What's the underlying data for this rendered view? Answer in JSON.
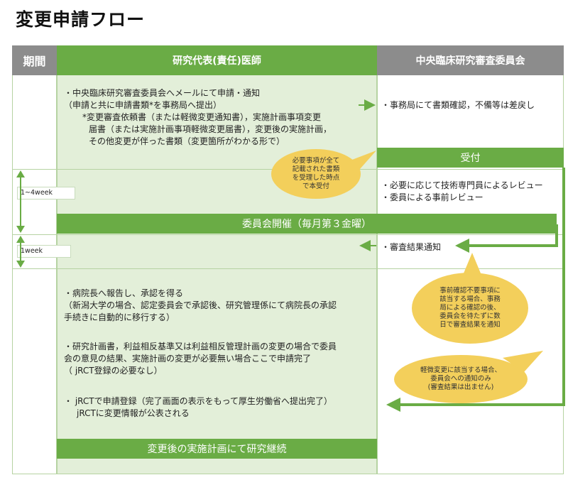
{
  "title": "変更申請フロー",
  "headers": {
    "period": "期間",
    "pi": "研究代表(責任)医師",
    "committee": "中央臨床研究審査委員会"
  },
  "pi_block1": {
    "line1": "・中央臨床研究審査委員会へメールにて申請・通知",
    "line2": "（申請と共に申請書類*を事務局へ提出）",
    "line3": "*変更審査依頼書（または軽微変更通知書），実施計画事項変更",
    "line4": "届書（または実施計画事項軽微変更届書），変更後の実施計画，",
    "line5": "その他変更が伴った書類（変更箇所がわかる形で）"
  },
  "committee_block1": "・事務局にて書類確認，不備等は差戻し",
  "uketsuke": "受付",
  "bubble1": [
    "必要事項が全て",
    "記載された書類",
    "を受理した時点",
    "で本受付"
  ],
  "review": {
    "line1": "・必要に応じて技術専門員によるレビュー",
    "line2": "・委員による事前レビュー"
  },
  "meeting_bar": "委員会開催（毎月第３金曜）",
  "week_labels": {
    "first": "1~4week",
    "second": "1week"
  },
  "result_notice": "・審査結果通知",
  "bubble2": [
    "事前確認不要事項に",
    "該当する場合、事務",
    "局による確認の後、",
    "委員会を待たずに数",
    "日で審査結果を通知"
  ],
  "bubble3": [
    "軽微変更に該当する場合、",
    "委員会への通知のみ",
    "(審査結果は出ません)"
  ],
  "pi_block2": {
    "a1": "・病院長へ報告し、承認を得る",
    "a2": "（新潟大学の場合、認定委員会で承認後、研究管理係にて病院長の承認",
    "a3": "手続きに自動的に移行する）",
    "b1": "・研究計画書，利益相反基準又は利益相反管理計画の変更の場合で委員",
    "b2": "会の意見の結果、実施計画の変更が必要無い場合ここで申請完了",
    "b3": "（ jRCT登録の必要なし）",
    "c1": "・ jRCTで申請登録（完了画面の表示をもって厚生労働省へ提出完了）",
    "c2": "jRCTに変更情報が公表される"
  },
  "final_bar": "変更後の実施計画にて研究継続",
  "colors": {
    "header_green": "#6aac45",
    "header_gray": "#8c8c8c",
    "light_green": "#e3efd9",
    "bubble_yellow": "#f3cf5b"
  }
}
